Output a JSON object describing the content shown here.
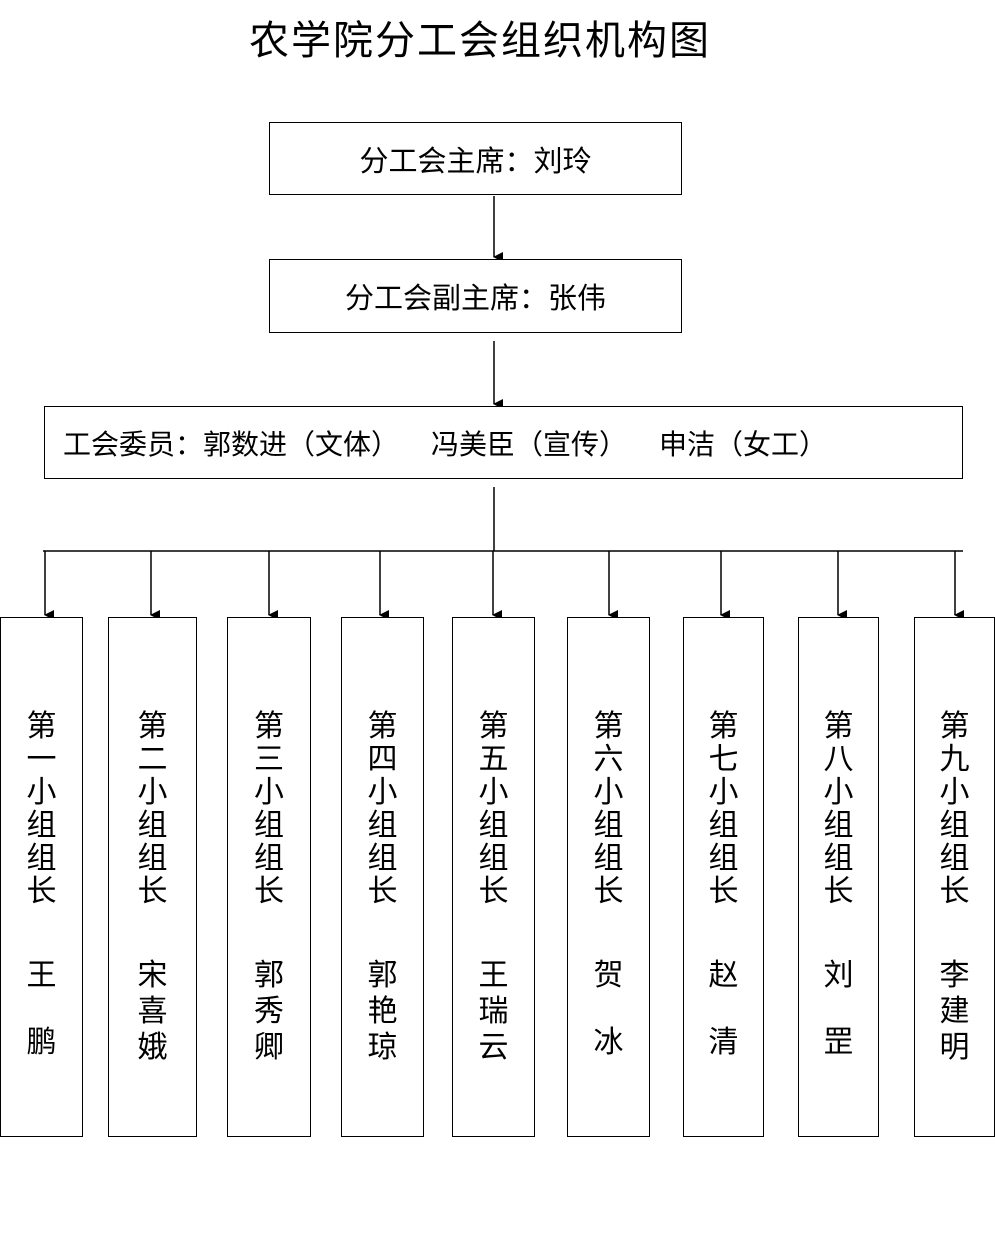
{
  "title": "农学院分工会组织机构图",
  "chair": "分工会主席：刘玲",
  "vice_chair": "分工会副主席：张伟",
  "members": {
    "label": "工会委员：",
    "items": [
      "郭数进（文体）",
      "冯美臣（宣传）",
      "申洁（女工）"
    ]
  },
  "groups": [
    {
      "head": "第一小组组长",
      "name": "王　鹏"
    },
    {
      "head": "第二小组组长",
      "name": "宋喜娥"
    },
    {
      "head": "第三小组组长",
      "name": "郭秀卿"
    },
    {
      "head": "第四小组组长",
      "name": "郭艳琼"
    },
    {
      "head": "第五小组组长",
      "name": "王瑞云"
    },
    {
      "head": "第六小组组长",
      "name": "贺　冰"
    },
    {
      "head": "第七小组组长",
      "name": "赵　清"
    },
    {
      "head": "第八小组组长",
      "name": "刘　罡"
    },
    {
      "head": "第九小组组长",
      "name": "李建明"
    }
  ]
}
